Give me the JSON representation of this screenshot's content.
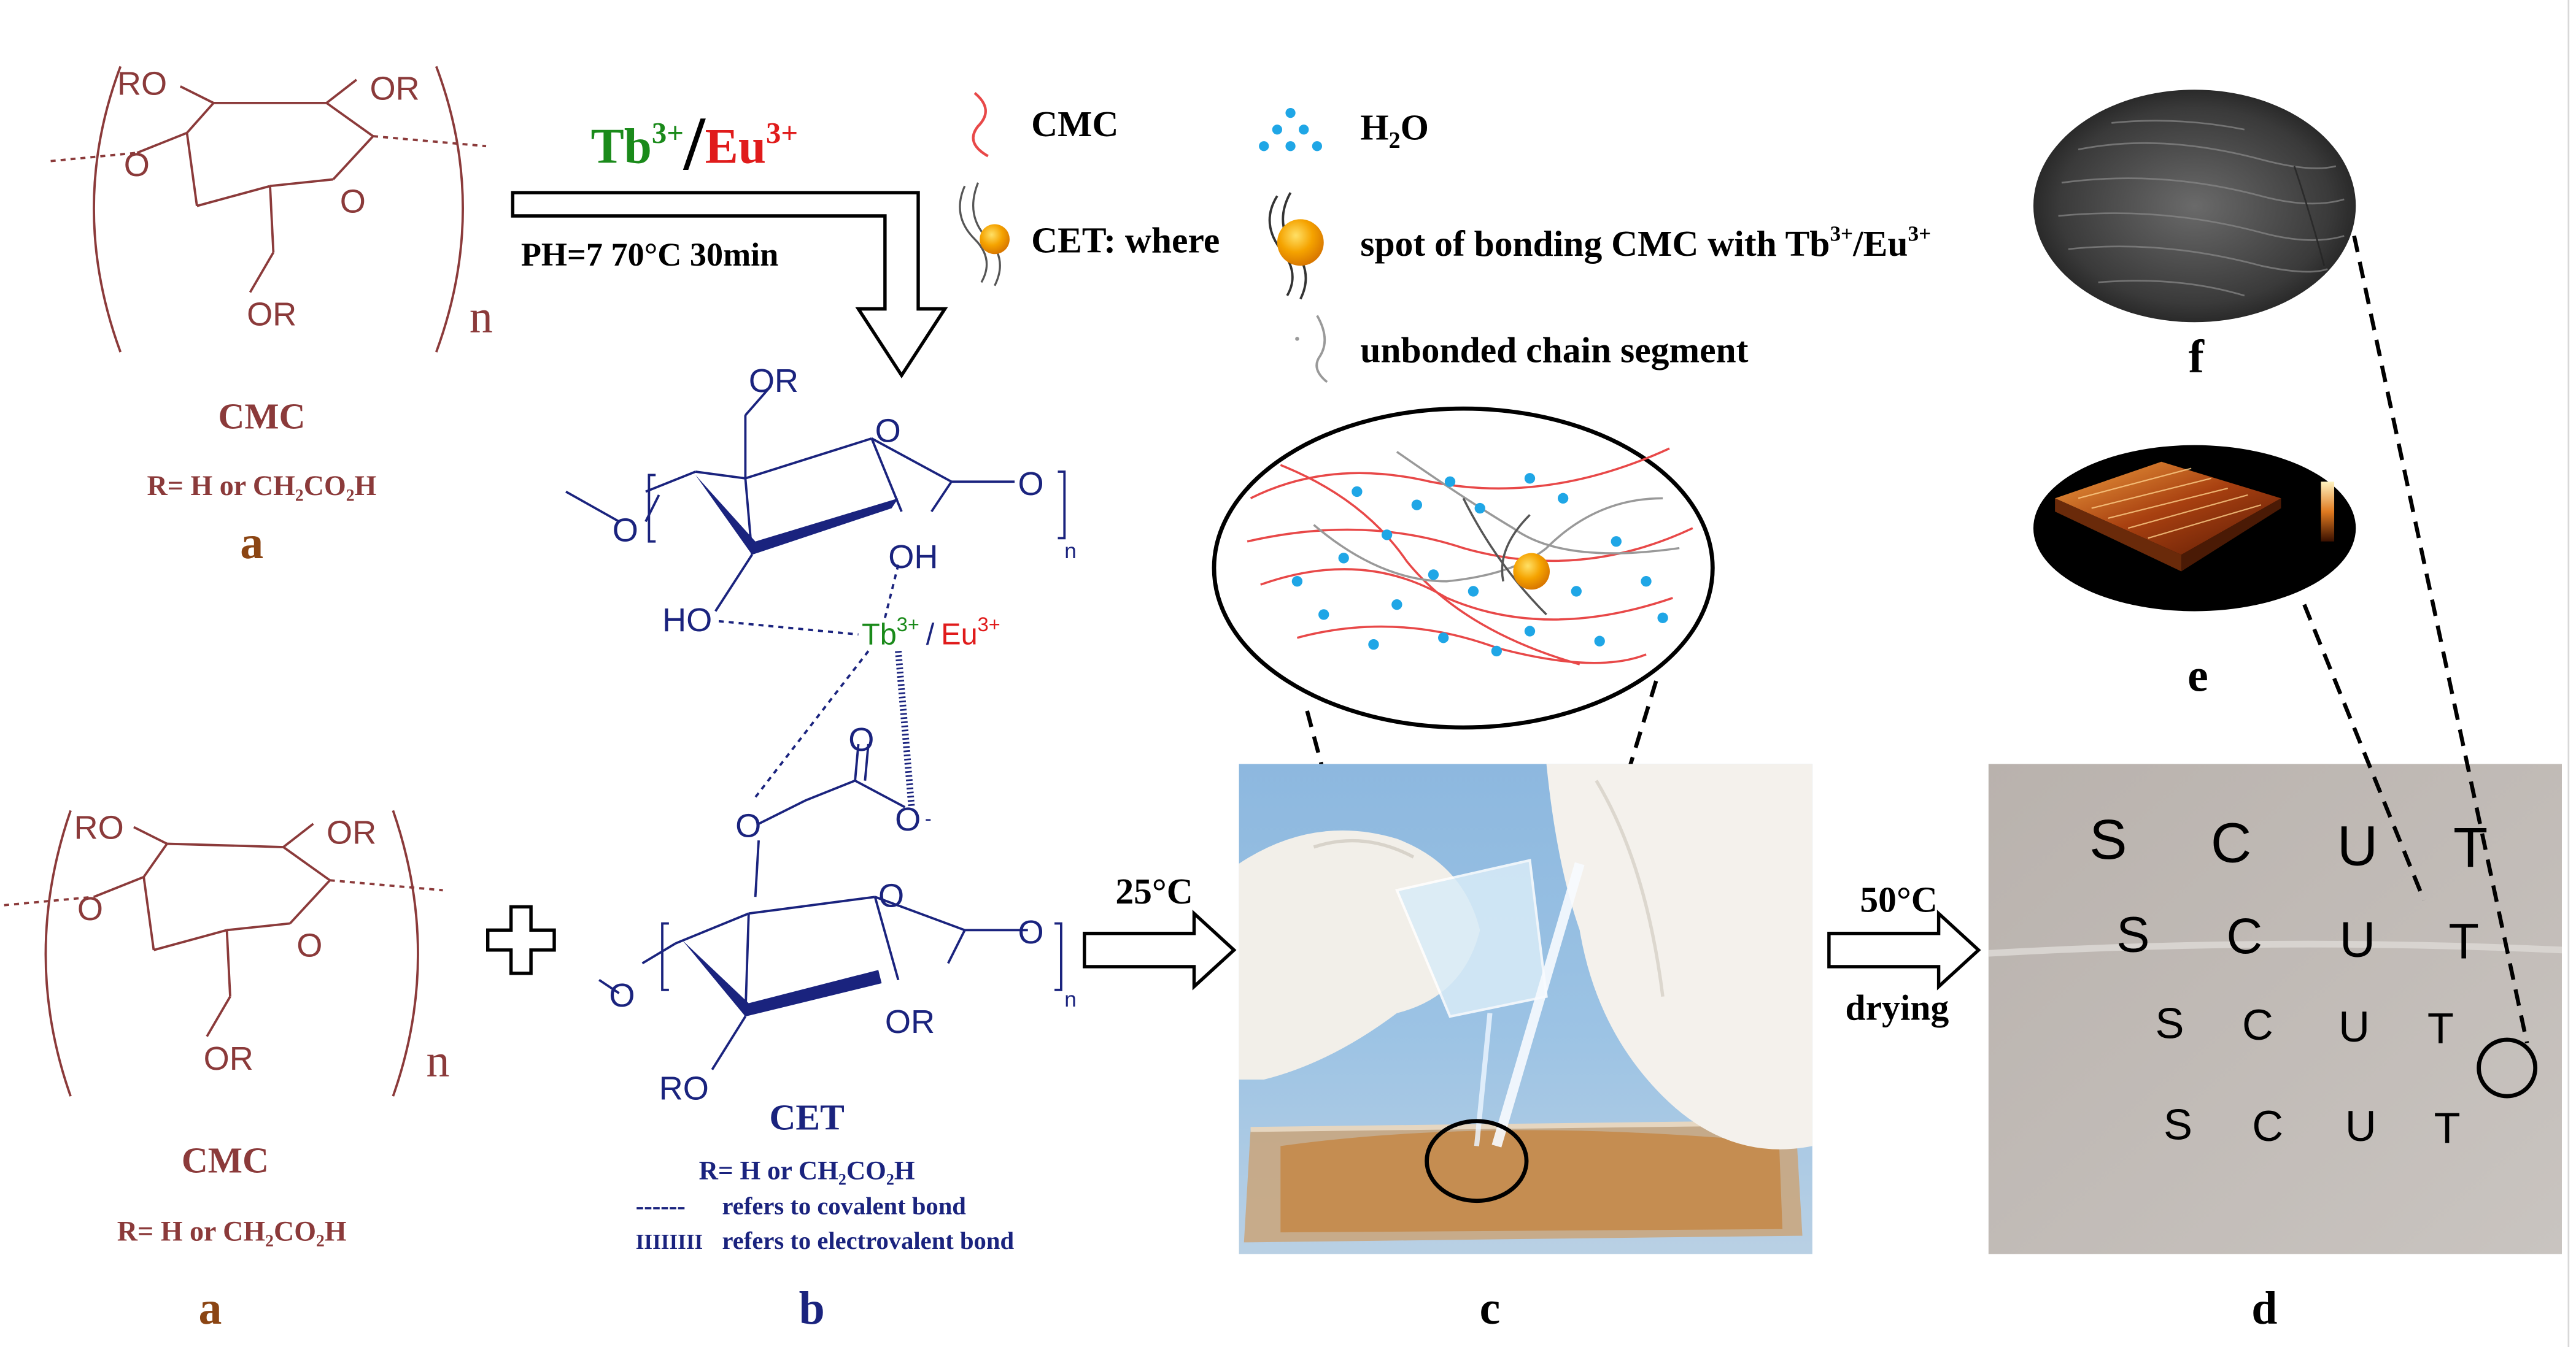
{
  "colors": {
    "cmc_brown": "#8b3a3a",
    "label_brown": "#8b4513",
    "cet_blue": "#1a237e",
    "tb_green": "#1a8a1a",
    "eu_red": "#e01b1b",
    "water_blue": "#1fa6e6",
    "cmc_chain_red": "#e84848",
    "unbonded_gray": "#999999",
    "bond_orange": "#f5a300"
  },
  "top_left": {
    "cmc_groups": [
      "RO",
      "OR",
      "O",
      "O",
      "OR"
    ],
    "subscript_n": "n",
    "name": "CMC",
    "r_def": "R= H or CH₂CO₂H",
    "panel_label": "a"
  },
  "bottom_left": {
    "cmc_groups": [
      "RO",
      "OR",
      "O",
      "O",
      "OR"
    ],
    "subscript_n": "n",
    "name": "CMC",
    "r_def": "R= H or CH₂CO₂H",
    "panel_label": "a"
  },
  "reaction": {
    "tb": "Tb",
    "tb_charge": "3+",
    "slash": "/",
    "eu": "Eu",
    "eu_charge": "3+",
    "conditions": "PH=7  70°C  30min"
  },
  "legend": {
    "cmc": "CMC",
    "h2o_h": "H",
    "h2o_2": "2",
    "h2o_o": "O",
    "cet_where": "CET: where",
    "bonding_spot": "spot of bonding CMC with Tb",
    "bonding_charge1": "3+",
    "bonding_sep": "/Eu",
    "bonding_charge2": "3+",
    "unbonded": "unbonded chain segment"
  },
  "cet": {
    "groups": [
      "OR",
      "O",
      "O",
      "O",
      "OH",
      "HO",
      "O",
      "O",
      "O",
      "O",
      "O",
      "OR",
      "RO"
    ],
    "tb_ion": "Tb",
    "eu_ion": "Eu",
    "ion_charge": "3+",
    "ion_sep": "/",
    "carboxylate_charge": "-",
    "subscript_n": "n",
    "name": "CET",
    "r_def": "R= H or CH₂CO₂H",
    "note_covalent_mark": "------",
    "note_covalent": "refers to covalent bond",
    "note_electro_mark": "IIIIIIII",
    "note_electro": "refers to electrovalent bond",
    "panel_label": "b"
  },
  "process": {
    "temp_c": "25°C",
    "temp_d": "50°C",
    "drying": "drying"
  },
  "panels": {
    "c": "c",
    "d": "d",
    "e": "e",
    "f": "f"
  },
  "film_letters": {
    "rows": [
      [
        "S",
        "C",
        "U",
        "T"
      ],
      [
        "S",
        "C",
        "U",
        "T"
      ],
      [
        "S",
        "C",
        "U",
        "T"
      ],
      [
        "S",
        "C",
        "U",
        "T"
      ]
    ]
  }
}
